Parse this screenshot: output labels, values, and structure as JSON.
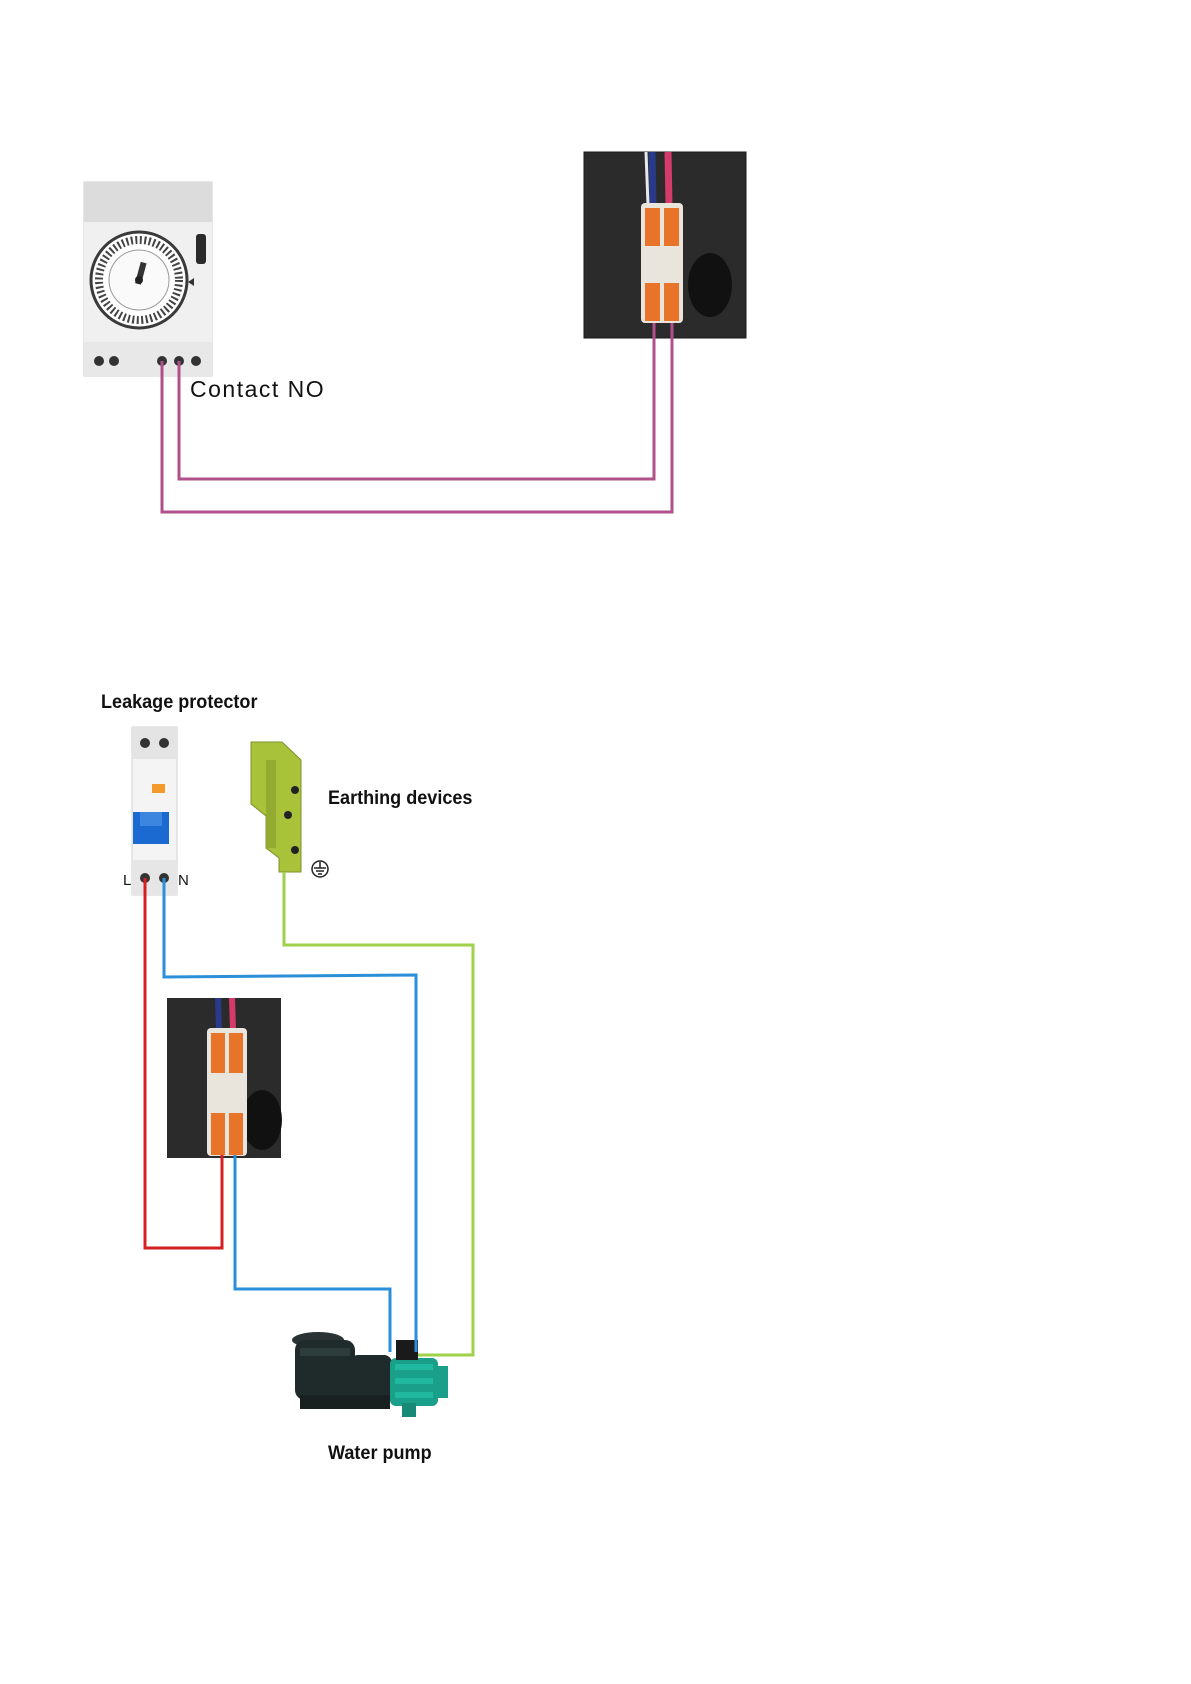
{
  "labels": {
    "contact": "Contact  NO",
    "leakage_protector": "Leakage protector",
    "earthing_devices": "Earthing devices",
    "water_pump": "Water pump",
    "terminal_L": "L",
    "terminal_N": "N"
  },
  "icons": {
    "timer": "timer-switch-icon",
    "connector": "wago-lever-connector-icon",
    "breaker": "leakage-breaker-icon",
    "earth_block": "earth-terminal-block-icon",
    "earth_symbol": "ground-symbol-icon",
    "pump": "water-pump-icon"
  },
  "colors": {
    "timer_wire": "#b0508a",
    "live_wire": "#d42020",
    "neutral_wire": "#2a8fd8",
    "earth_wire": "#9ed24a",
    "connector_orange": "#e8742a",
    "earth_block": "#a8c23a",
    "pump_body": "#1f2a2a",
    "pump_motor": "#1aa08a"
  }
}
